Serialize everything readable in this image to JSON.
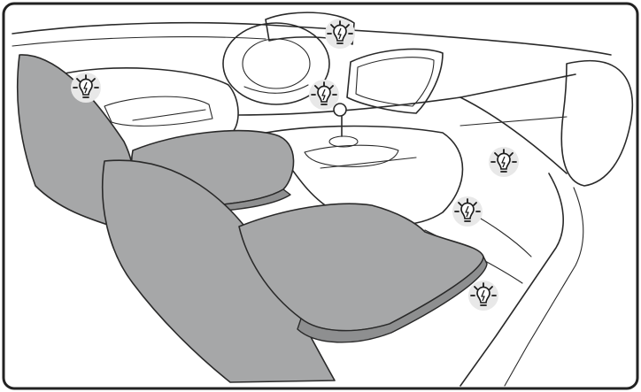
{
  "figure": {
    "subject": "car-interior-ambient-lighting",
    "icon_kind": "lightbulb-with-lightning-bolt",
    "colors": {
      "frame_border": "#222222",
      "line": "#2a2a2a",
      "seat_fill": "#a6a7a8",
      "seat_edge_fill": "#8e8f90",
      "icon_background": "#e8e8e8",
      "background": "#ffffff"
    },
    "lights": [
      {
        "id": "dashboard-top"
      },
      {
        "id": "door-panel-front"
      },
      {
        "id": "steering-column"
      },
      {
        "id": "passenger-dashboard"
      },
      {
        "id": "passenger-footwell"
      },
      {
        "id": "passenger-floor"
      }
    ]
  }
}
